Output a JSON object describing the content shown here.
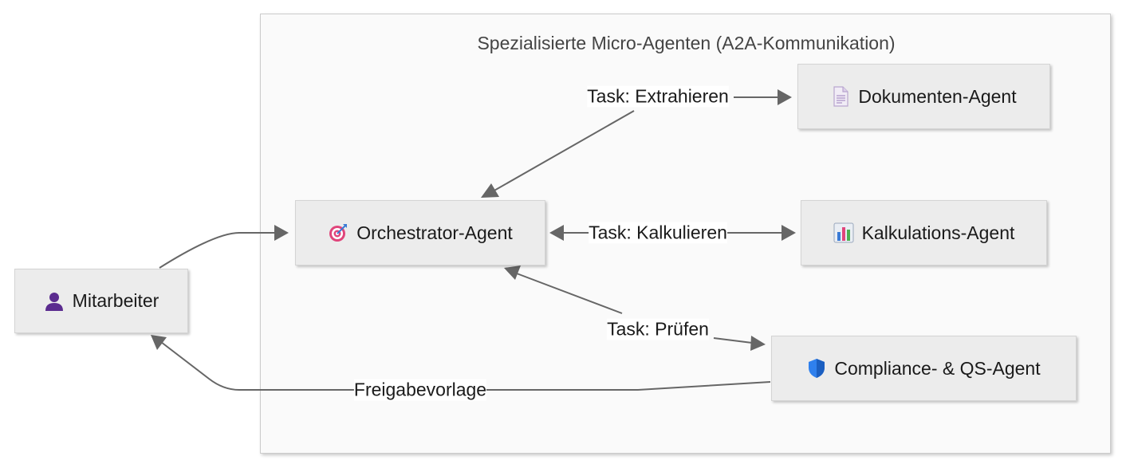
{
  "cluster": {
    "title": "Spezialisierte Micro-Agenten (A2A-Kommunikation)"
  },
  "nodes": {
    "mitarbeiter": {
      "label": "Mitarbeiter",
      "icon": "person-icon"
    },
    "orchestrator": {
      "label": "Orchestrator-Agent",
      "icon": "target-icon"
    },
    "dokumenten": {
      "label": "Dokumenten-Agent",
      "icon": "document-icon"
    },
    "kalkulations": {
      "label": "Kalkulations-Agent",
      "icon": "bar-chart-icon"
    },
    "compliance": {
      "label": "Compliance- & QS-Agent",
      "icon": "shield-icon"
    }
  },
  "edges": {
    "extrahieren": {
      "label": "Task: Extrahieren"
    },
    "kalkulieren": {
      "label": "Task: Kalkulieren"
    },
    "pruefen": {
      "label": "Task: Prüfen"
    },
    "freigabe": {
      "label": "Freigabevorlage"
    }
  },
  "colors": {
    "edge": "#666666",
    "node_fill": "#ececec",
    "cluster_fill": "#fafafa"
  }
}
